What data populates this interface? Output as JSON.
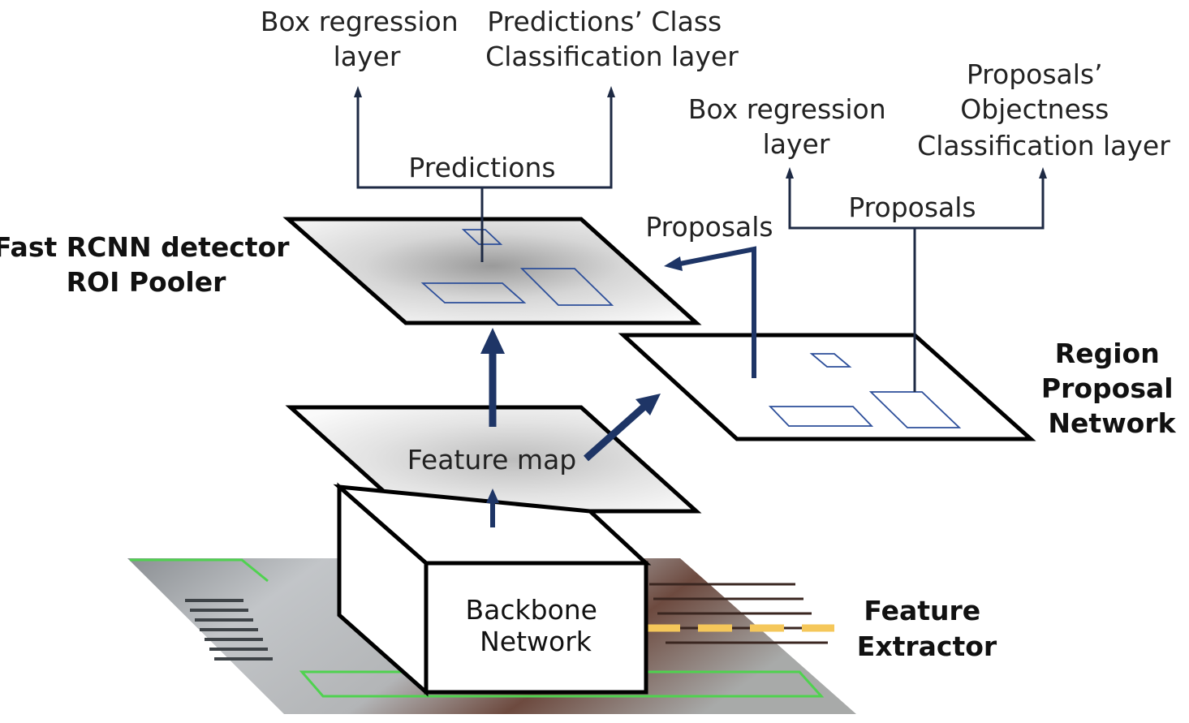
{
  "labels": {
    "box_regression_top": [
      "Box regression",
      "layer"
    ],
    "class_classification_top": [
      "Predictions’ Class",
      "Classification layer"
    ],
    "predictions": "Predictions",
    "fast_rcnn": [
      "Fast RCNN detector",
      "ROI Pooler"
    ],
    "proposals_arrow": "Proposals",
    "box_regression_rpn": [
      "Box regression",
      "layer"
    ],
    "objectness": [
      "Proposals’",
      "Objectness",
      "Classification layer"
    ],
    "proposals_rpn": "Proposals",
    "rpn": [
      "Region",
      "Proposal",
      "Network"
    ],
    "feature_map": "Feature map",
    "backbone": [
      "Backbone",
      "Network"
    ],
    "feature_extractor": [
      "Feature",
      "Extractor"
    ]
  },
  "colors": {
    "arrow": "#1e3566",
    "roi_box": "#2d4f9a",
    "dashed_line": "#f5c75a",
    "detection_box": "#4fd24f"
  }
}
